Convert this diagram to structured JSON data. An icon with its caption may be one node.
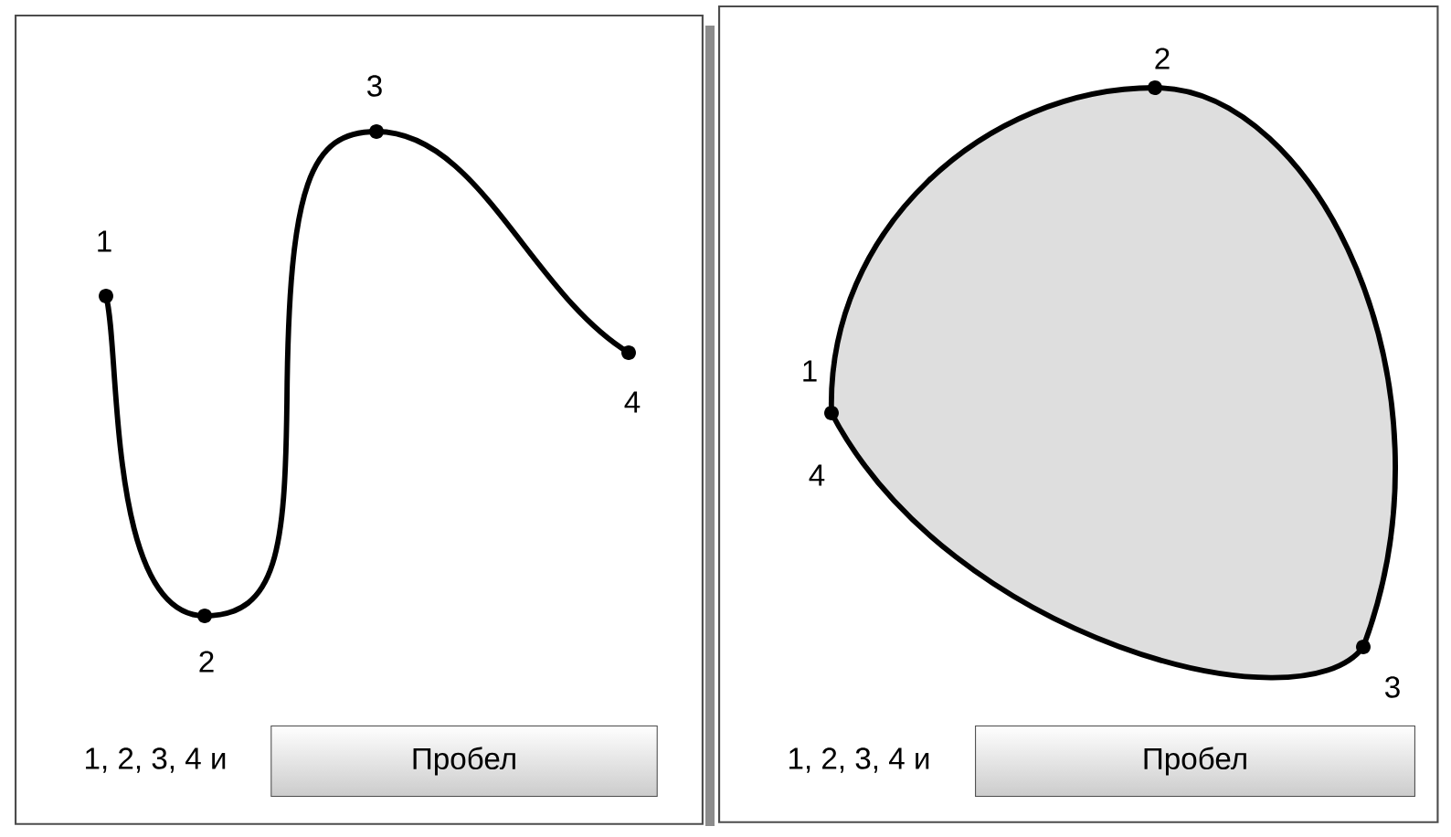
{
  "diagram": {
    "nodes": [
      {
        "text": [
          "1, 2, 3, 4 и"
        ]
      },
      {
        "text": [
          "Пробел"
        ],
        "in": 0
      },
      {
        "text": [
          "1, 2, 3, 4 и"
        ]
      },
      {
        "text": [
          "Пробел"
        ],
        "in": 2
      }
    ],
    "labels": [
      "1",
      "2",
      "3",
      "4",
      "2",
      "1",
      "4",
      "3"
    ]
  }
}
